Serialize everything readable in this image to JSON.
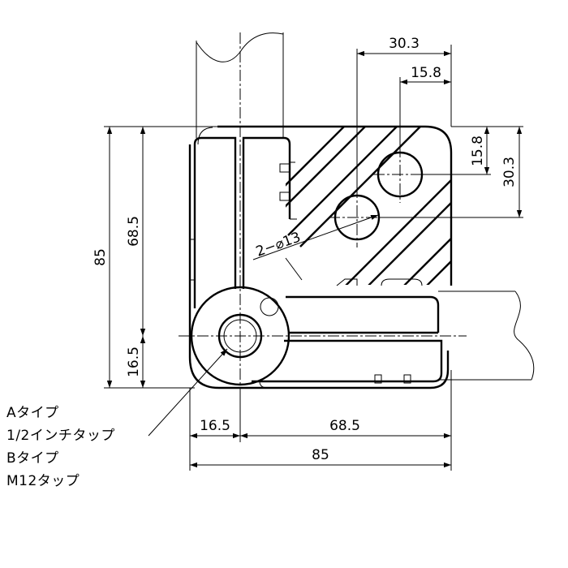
{
  "dimensions": {
    "top_outer": "30.3",
    "top_inner": "15.8",
    "right_inner": "15.8",
    "right_outer": "30.3",
    "left_outer": "85",
    "left_inner": "68.5",
    "left_bottom": "16.5",
    "bottom_left": "16.5",
    "bottom_mid": "68.5",
    "bottom_total": "85",
    "hole_callout": "2−⌀13"
  },
  "notes": {
    "a_type": "Aタイプ",
    "a_tap": "1/2インチタップ",
    "b_type": "Bタイプ",
    "b_tap": "M12タップ"
  }
}
